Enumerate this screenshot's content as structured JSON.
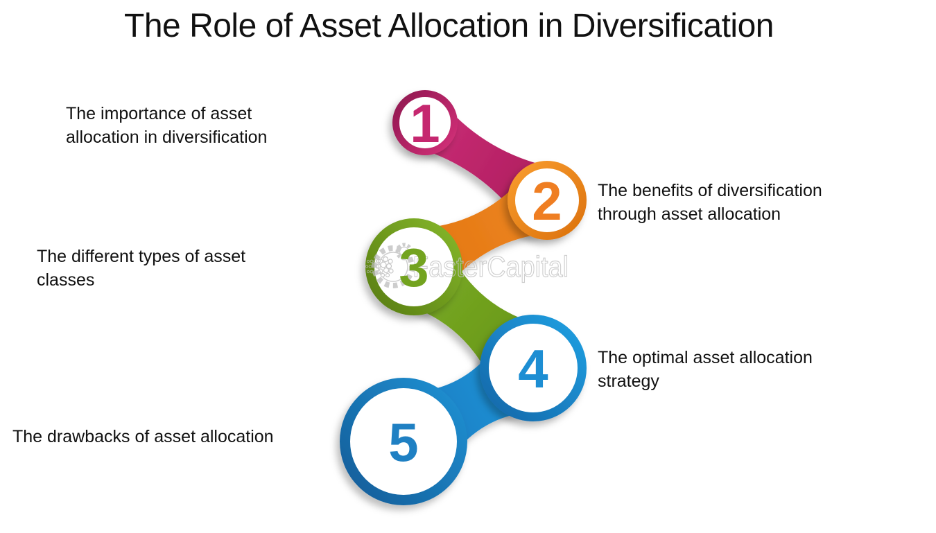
{
  "title": {
    "text": "The Role of Asset Allocation in Diversification",
    "color": "#111111"
  },
  "watermark": {
    "text": "FasterCapital",
    "color": "#c3c3c3"
  },
  "steps": [
    {
      "number": "1",
      "label": "The importance of asset allocation in diversification",
      "lines": [
        "The importance of asset",
        "allocation in diversification"
      ],
      "color": "#c5276f",
      "side": "left"
    },
    {
      "number": "2",
      "label": "The benefits of diversification through asset allocation",
      "lines": [
        "The benefits of diversification",
        "through asset allocation"
      ],
      "color": "#ef7e22",
      "side": "right"
    },
    {
      "number": "3",
      "label": "The different types of asset classes",
      "lines": [
        "The different types of asset",
        "classes"
      ],
      "color": "#73a31f",
      "side": "left"
    },
    {
      "number": "4",
      "label": "The optimal asset allocation strategy",
      "lines": [
        "The optimal asset allocation",
        "strategy"
      ],
      "color": "#1d8ed3",
      "side": "right"
    },
    {
      "number": "5",
      "label": "The drawbacks of asset allocation",
      "lines": [
        "The drawbacks of asset allocation"
      ],
      "color": "#1f80c3",
      "side": "left"
    }
  ]
}
